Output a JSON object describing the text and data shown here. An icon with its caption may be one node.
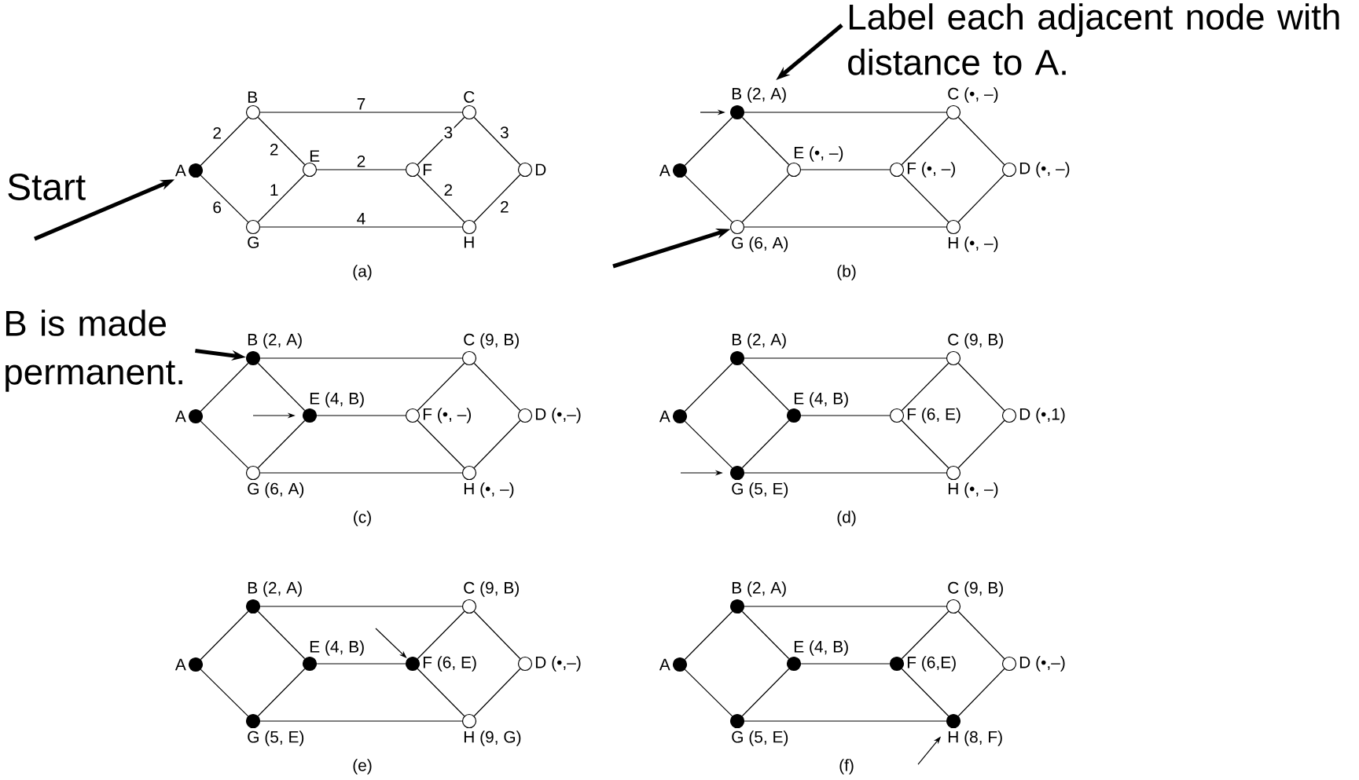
{
  "diagram": {
    "nodes": [
      {
        "text": [],
        "shape": "circle",
        "beside": [
          "B"
        ]
      },
      {
        "text": [],
        "shape": "circle",
        "beside": [
          "C"
        ]
      },
      {
        "text": [],
        "shape": "dot",
        "beside": [
          "A"
        ]
      },
      {
        "text": [],
        "shape": "circle",
        "beside": [
          "E"
        ]
      },
      {
        "text": [],
        "shape": "circle",
        "beside": [
          "F"
        ]
      },
      {
        "text": [],
        "shape": "circle",
        "beside": [
          "D"
        ]
      },
      {
        "text": [],
        "shape": "circle",
        "beside": [
          "G"
        ]
      },
      {
        "text": [],
        "shape": "circle",
        "beside": [
          "H"
        ]
      },
      {
        "text": [],
        "shape": "dot",
        "beside": [
          "B (2, A)"
        ]
      },
      {
        "text": [],
        "shape": "circle",
        "beside": [
          "C (•, –)"
        ]
      },
      {
        "text": [],
        "shape": "dot",
        "beside": [
          "A"
        ]
      },
      {
        "text": [],
        "shape": "circle",
        "beside": [
          "E (•, –)"
        ]
      },
      {
        "text": [],
        "shape": "circle",
        "beside": [
          "F (•, –)"
        ]
      },
      {
        "text": [],
        "shape": "circle",
        "beside": [
          "D (•, –)"
        ]
      },
      {
        "text": [],
        "shape": "circle",
        "beside": [
          "G (6, A)"
        ]
      },
      {
        "text": [],
        "shape": "circle",
        "beside": [
          "H (•, –)"
        ]
      },
      {
        "text": [],
        "shape": "dot",
        "beside": [
          "B (2, A)"
        ]
      },
      {
        "text": [],
        "shape": "circle",
        "beside": [
          "C (9, B)"
        ]
      },
      {
        "text": [],
        "shape": "dot",
        "beside": [
          "A"
        ]
      },
      {
        "text": [],
        "shape": "dot",
        "beside": [
          "E (4, B)"
        ]
      },
      {
        "text": [],
        "shape": "circle",
        "beside": [
          "F (•, –)"
        ]
      },
      {
        "text": [],
        "shape": "circle",
        "beside": [
          "D (•,–)"
        ]
      },
      {
        "text": [],
        "shape": "circle",
        "beside": [
          "G (6, A)"
        ]
      },
      {
        "text": [],
        "shape": "circle",
        "beside": [
          "H (•, –)"
        ]
      },
      {
        "text": [],
        "shape": "dot",
        "beside": [
          "B (2, A)"
        ]
      },
      {
        "text": [],
        "shape": "circle",
        "beside": [
          "C (9, B)"
        ]
      },
      {
        "text": [],
        "shape": "dot",
        "beside": [
          "A"
        ]
      },
      {
        "text": [],
        "shape": "dot",
        "beside": [
          "E (4, B)"
        ]
      },
      {
        "text": [],
        "shape": "circle",
        "beside": [
          "F (6, E)"
        ]
      },
      {
        "text": [],
        "shape": "circle",
        "beside": [
          "D (•,1)"
        ]
      },
      {
        "text": [],
        "shape": "dot",
        "beside": [
          "G (5, E)"
        ]
      },
      {
        "text": [],
        "shape": "circle",
        "beside": [
          "H (•, –)"
        ]
      },
      {
        "text": [],
        "shape": "dot",
        "beside": [
          "B (2, A)"
        ]
      },
      {
        "text": [],
        "shape": "circle",
        "beside": [
          "C (9, B)"
        ]
      },
      {
        "text": [],
        "shape": "dot",
        "beside": [
          "A"
        ]
      },
      {
        "text": [],
        "shape": "dot",
        "beside": [
          "E (4, B)"
        ]
      },
      {
        "text": [],
        "shape": "dot",
        "beside": [
          "F (6, E)"
        ]
      },
      {
        "text": [],
        "shape": "circle",
        "beside": [
          "D (•,–)"
        ]
      },
      {
        "text": [],
        "shape": "dot",
        "beside": [
          "G (5, E)"
        ]
      },
      {
        "text": [],
        "shape": "circle",
        "beside": [
          "H (9, G)"
        ]
      },
      {
        "text": [],
        "shape": "dot",
        "beside": [
          "B (2, A)"
        ]
      },
      {
        "text": [],
        "shape": "circle",
        "beside": [
          "C (9, B)"
        ]
      },
      {
        "text": [],
        "shape": "dot",
        "beside": [
          "A"
        ]
      },
      {
        "text": [],
        "shape": "dot",
        "beside": [
          "E (4, B)"
        ]
      },
      {
        "text": [],
        "shape": "dot",
        "beside": [
          "F (6,E)"
        ]
      },
      {
        "text": [],
        "shape": "circle",
        "beside": [
          "D (•,–)"
        ]
      },
      {
        "text": [],
        "shape": "dot",
        "beside": [
          "G (5, E)"
        ]
      },
      {
        "text": [],
        "shape": "dot",
        "beside": [
          "H (8, F)"
        ]
      },
      {
        "text": [
          "Label each adjacent node with distance to A."
        ]
      },
      {
        "text": [
          "Start"
        ]
      },
      {
        "text": [
          "B is made permanent."
        ]
      }
    ],
    "edges": [
      {
        "from": 2,
        "to": 0,
        "arrow": "none",
        "label": "2"
      },
      {
        "from": 2,
        "to": 6,
        "arrow": "none",
        "label": "6"
      },
      {
        "from": 0,
        "to": 1,
        "arrow": "none",
        "label": "7"
      },
      {
        "from": 0,
        "to": 3,
        "arrow": "none",
        "label": "2"
      },
      {
        "from": 3,
        "to": 6,
        "arrow": "none",
        "label": "1"
      },
      {
        "from": 3,
        "to": 4,
        "arrow": "none",
        "label": "2"
      },
      {
        "from": 6,
        "to": 7,
        "arrow": "none",
        "label": "4"
      },
      {
        "from": 1,
        "to": 4,
        "arrow": "none",
        "label": "3"
      },
      {
        "from": 1,
        "to": 5,
        "arrow": "none",
        "label": "3"
      },
      {
        "from": 4,
        "to": 7,
        "arrow": "none",
        "label": "2"
      },
      {
        "from": 5,
        "to": 7,
        "arrow": "none",
        "label": "2"
      },
      {
        "from": 10,
        "to": 8,
        "arrow": "none"
      },
      {
        "from": 10,
        "to": 14,
        "arrow": "none"
      },
      {
        "from": 8,
        "to": 9,
        "arrow": "none"
      },
      {
        "from": 8,
        "to": 11,
        "arrow": "none"
      },
      {
        "from": 11,
        "to": 14,
        "arrow": "none"
      },
      {
        "from": 11,
        "to": 12,
        "arrow": "none"
      },
      {
        "from": 14,
        "to": 15,
        "arrow": "none"
      },
      {
        "from": 9,
        "to": 12,
        "arrow": "none"
      },
      {
        "from": 9,
        "to": 13,
        "arrow": "none"
      },
      {
        "from": 12,
        "to": 15,
        "arrow": "none"
      },
      {
        "from": 13,
        "to": 15,
        "arrow": "none"
      },
      {
        "from": 18,
        "to": 16,
        "arrow": "none"
      },
      {
        "from": 18,
        "to": 22,
        "arrow": "none"
      },
      {
        "from": 16,
        "to": 17,
        "arrow": "none"
      },
      {
        "from": 16,
        "to": 19,
        "arrow": "none"
      },
      {
        "from": 19,
        "to": 22,
        "arrow": "none"
      },
      {
        "from": 19,
        "to": 20,
        "arrow": "none"
      },
      {
        "from": 22,
        "to": 23,
        "arrow": "none"
      },
      {
        "from": 17,
        "to": 20,
        "arrow": "none"
      },
      {
        "from": 17,
        "to": 21,
        "arrow": "none"
      },
      {
        "from": 20,
        "to": 23,
        "arrow": "none"
      },
      {
        "from": 21,
        "to": 23,
        "arrow": "none"
      },
      {
        "from": 26,
        "to": 24,
        "arrow": "none"
      },
      {
        "from": 26,
        "to": 30,
        "arrow": "none"
      },
      {
        "from": 24,
        "to": 25,
        "arrow": "none"
      },
      {
        "from": 24,
        "to": 27,
        "arrow": "none"
      },
      {
        "from": 27,
        "to": 30,
        "arrow": "none"
      },
      {
        "from": 27,
        "to": 28,
        "arrow": "none"
      },
      {
        "from": 30,
        "to": 31,
        "arrow": "none"
      },
      {
        "from": 25,
        "to": 28,
        "arrow": "none"
      },
      {
        "from": 25,
        "to": 29,
        "arrow": "none"
      },
      {
        "from": 28,
        "to": 31,
        "arrow": "none"
      },
      {
        "from": 29,
        "to": 31,
        "arrow": "none"
      },
      {
        "from": 34,
        "to": 32,
        "arrow": "none"
      },
      {
        "from": 34,
        "to": 38,
        "arrow": "none"
      },
      {
        "from": 32,
        "to": 33,
        "arrow": "none"
      },
      {
        "from": 32,
        "to": 35,
        "arrow": "none"
      },
      {
        "from": 35,
        "to": 38,
        "arrow": "none"
      },
      {
        "from": 35,
        "to": 36,
        "arrow": "none"
      },
      {
        "from": 38,
        "to": 39,
        "arrow": "none"
      },
      {
        "from": 33,
        "to": 36,
        "arrow": "none"
      },
      {
        "from": 33,
        "to": 37,
        "arrow": "none"
      },
      {
        "from": 36,
        "to": 39,
        "arrow": "none"
      },
      {
        "from": 37,
        "to": 39,
        "arrow": "none"
      },
      {
        "from": 42,
        "to": 40,
        "arrow": "none"
      },
      {
        "from": 42,
        "to": 46,
        "arrow": "none"
      },
      {
        "from": 40,
        "to": 41,
        "arrow": "none"
      },
      {
        "from": 40,
        "to": 43,
        "arrow": "none"
      },
      {
        "from": 43,
        "to": 46,
        "arrow": "none"
      },
      {
        "from": 43,
        "to": 44,
        "arrow": "none"
      },
      {
        "from": 46,
        "to": 47,
        "arrow": "none"
      },
      {
        "from": 41,
        "to": 44,
        "arrow": "none"
      },
      {
        "from": 41,
        "to": 45,
        "arrow": "none"
      },
      {
        "from": 44,
        "to": 47,
        "arrow": "none"
      },
      {
        "from": 45,
        "to": 47,
        "arrow": "none"
      },
      {
        "from": 49,
        "to": 2,
        "arrow": "to",
        "style": "thick"
      },
      {
        "from": 48,
        "to": 8,
        "arrow": "to",
        "style": "thick"
      },
      {
        "from": null,
        "to": 8,
        "arrow": "to"
      },
      {
        "from": null,
        "to": 14,
        "arrow": "to",
        "style": "thick"
      },
      {
        "from": 50,
        "to": 16,
        "arrow": "to",
        "style": "thick"
      },
      {
        "from": null,
        "to": 19,
        "arrow": "to"
      },
      {
        "from": null,
        "to": 30,
        "arrow": "to"
      },
      {
        "from": null,
        "to": 36,
        "arrow": "to"
      },
      {
        "from": null,
        "to": 47,
        "arrow": "to"
      }
    ],
    "labels": [
      "(a)",
      "(b)",
      "(c)",
      "(d)",
      "(e)",
      "(f)"
    ]
  }
}
